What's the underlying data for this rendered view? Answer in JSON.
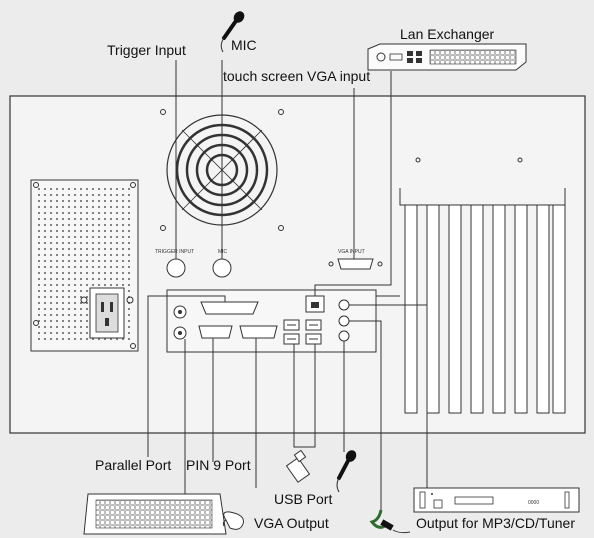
{
  "labels": {
    "trigger_input": "Trigger Input",
    "mic_top": "MIC",
    "lan_exchanger": "Lan Exchanger",
    "touch_vga_input": "touch screen VGA input",
    "parallel_port": "Parallel Port",
    "pin9_port": "PIN 9 Port",
    "usb_port": "USB Port",
    "vga_output": "VGA Output",
    "audio_output": "Output for MP3/CD/Tuner"
  },
  "panel_labels": {
    "trigger_input": "TRIGGER INPUT",
    "mic": "MIC",
    "vga_input": "VGA INPUT"
  },
  "device": {
    "tuner_display": "0000"
  },
  "colors": {
    "background": "#ececec",
    "chassis_fill": "#f4f4f4",
    "line": "#333333",
    "microphone": "#111111",
    "cable_green": "#2e6b2e"
  }
}
